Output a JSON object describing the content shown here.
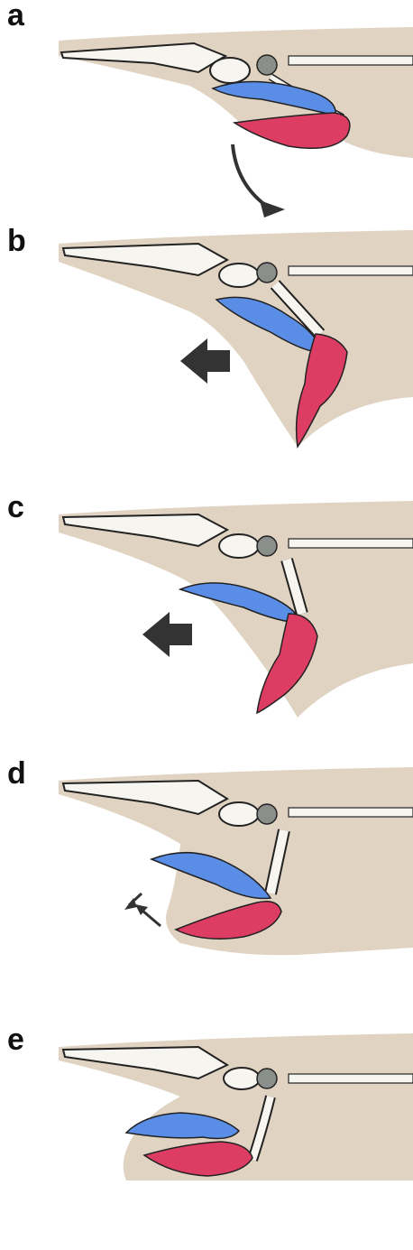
{
  "panels": [
    {
      "label": "a",
      "motion_arrow": "curved-down"
    },
    {
      "label": "b",
      "motion_arrow": "forward"
    },
    {
      "label": "c",
      "motion_arrow": "forward"
    },
    {
      "label": "d",
      "motion_arrow": "pair"
    },
    {
      "label": "e",
      "motion_arrow": "none"
    }
  ],
  "colors": {
    "body": "#e0d3c2",
    "bone": "#f7f5f0",
    "bone_stroke": "#222222",
    "maxilla": "#5a8ee6",
    "mandible": "#dd3c63",
    "arrow": "#333333"
  }
}
